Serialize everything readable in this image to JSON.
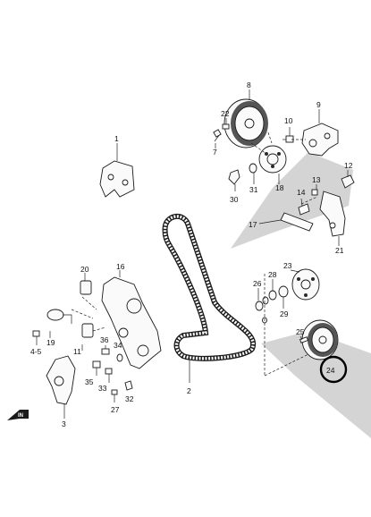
{
  "callouts": {
    "p1": "1",
    "p2": "2",
    "p3": "3",
    "p4_5": "4-5",
    "p7": "7",
    "p8": "8",
    "p9": "9",
    "p10": "10",
    "p11": "11",
    "p12": "12",
    "p13": "13",
    "p14": "14",
    "p16": "16",
    "p17": "17",
    "p18": "18",
    "p19": "19",
    "p20": "20",
    "p21": "21",
    "p22": "22",
    "p23": "23",
    "p24": "24",
    "p25": "25",
    "p26": "26",
    "p27": "27",
    "p28": "28",
    "p29": "29",
    "p30": "30",
    "p31": "31",
    "p32": "32",
    "p33": "33",
    "p34": "34",
    "p35": "35",
    "p36": "36"
  },
  "direction_badge": "IN",
  "colors": {
    "shade": "#d4d4d4",
    "highlight_ring": "#000000"
  }
}
